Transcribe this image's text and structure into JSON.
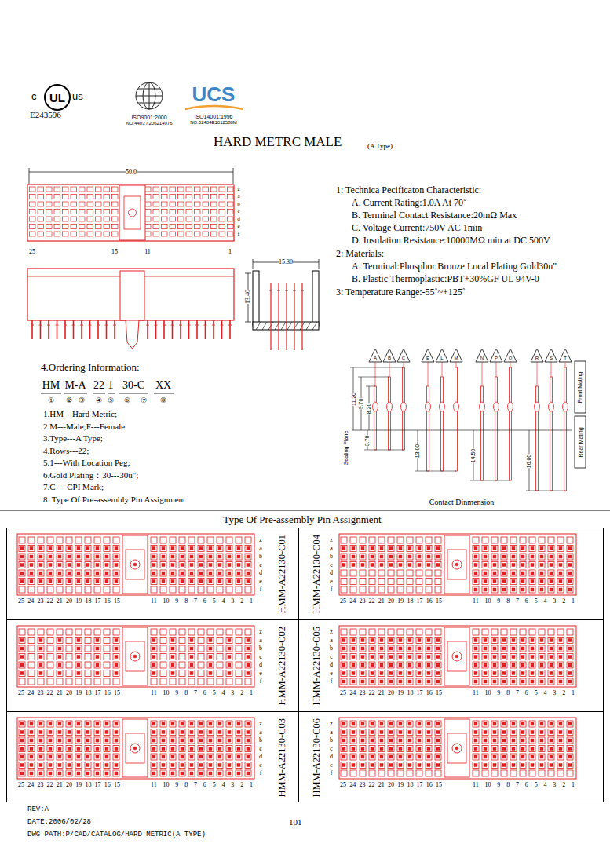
{
  "diagram": {
    "title": "HARD METRC MALE",
    "nodes": [
      {
        "text": [
          "HMM-A22130-C01"
        ]
      },
      {
        "text": [
          "HMM-A22130-C04"
        ]
      },
      {
        "text": [
          "HMM-A22130-C02"
        ]
      },
      {
        "text": [
          "HMM-A22130-C05"
        ]
      },
      {
        "text": [
          "HMM-A22130-C03"
        ]
      },
      {
        "text": [
          "HMM-A22130-C06"
        ]
      }
    ],
    "labels": [
      "c",
      "UL",
      "us",
      "E243596",
      "ISO9001:2000",
      "NO:4403 / 206214976",
      "UCS",
      "ISO14001:1996",
      "NO:02404E1012580M",
      "(A Type)",
      "50.0",
      "z",
      "a",
      "b",
      "c",
      "d",
      "e",
      "f",
      "25",
      "15",
      "11",
      "1",
      "15.30",
      "13.40",
      "1: Technica Pecificaton Characteristic:",
      "A. Current Rating:1.0A At 70˚",
      "B. Terminal Contact Resistance:20mΩ Max",
      "C. Voltage Current:750V AC 1min",
      "D. Insulation Resistance:10000MΩ min at DC 500V",
      "2: Materials:",
      "A. Terminal:Phosphor Bronze Local Plating Gold30u\"",
      "B. Plastic Thermoplastic:PBT+30%GF UL 94V-0",
      "3: Temperature Range:-55˚~+125˚",
      "4.Ordering Information:",
      "HM",
      "M-A",
      "22",
      "1",
      "30-C",
      "XX",
      "①",
      "②",
      "③",
      "④",
      "⑤",
      "⑥",
      "⑦",
      "⑧",
      "1.HM---Hard Metric;",
      "2.M---Male;F---Female",
      "3.Type---A Type;",
      "4.Rows---22;",
      "5.1---With Location Peg;",
      "6.Gold Plating：30---30u\";",
      "7.C----CPI Mark;",
      "8. Type Of Pre-assembly Pin Assignment",
      "A",
      "B",
      "C",
      "E",
      "L",
      "M",
      "N",
      "P",
      "Q",
      "R",
      "S",
      "T",
      "11.20",
      "9.70",
      "8.20",
      "3.70",
      "13.00",
      "14.50",
      "16.00",
      "Seating Plane",
      "Front Mating",
      "Rear Mating",
      "Contact Dinmension",
      "Type Of Pre-assembly Pin Assignment",
      "z",
      "a",
      "b",
      "c",
      "d",
      "e",
      "f",
      "25 24 23 22 21 20 19 18 17 16 15",
      "11 10 9 8 7 6 5 4 3 2 1",
      "z",
      "a",
      "b",
      "c",
      "d",
      "e",
      "f",
      "25 24 23 22 21 20 19 18 17 16 15",
      "11 10 9 8 7 6 5 4 3 2 1",
      "z",
      "a",
      "b",
      "c",
      "d",
      "e",
      "f",
      "25 24 23 22 21 20 19 18 17 16 15",
      "11 10 9 8 7 6 5 4 3 2 1",
      "z",
      "a",
      "b",
      "c",
      "d",
      "e",
      "f",
      "25 24 23 22 21 20 19 18 17 16 15",
      "11 10 9 8 7 6 5 4 3 2 1",
      "z",
      "a",
      "b",
      "c",
      "d",
      "e",
      "f",
      "25 24 23 22 21 20 19 18 17 16 15",
      "11 10 9 8 7 6 5 4 3 2 1",
      "z",
      "a",
      "b",
      "c",
      "d",
      "e",
      "f",
      "25 24 23 22 21 20 19 18 17 16 15",
      "11 10 9 8 7 6 5 4 3 2 1",
      "REV:A",
      "DATE:2006/02/28",
      "DWG PATH:P/CAD/CATALOG/HARD METRIC(A TYPE)",
      "101"
    ]
  }
}
